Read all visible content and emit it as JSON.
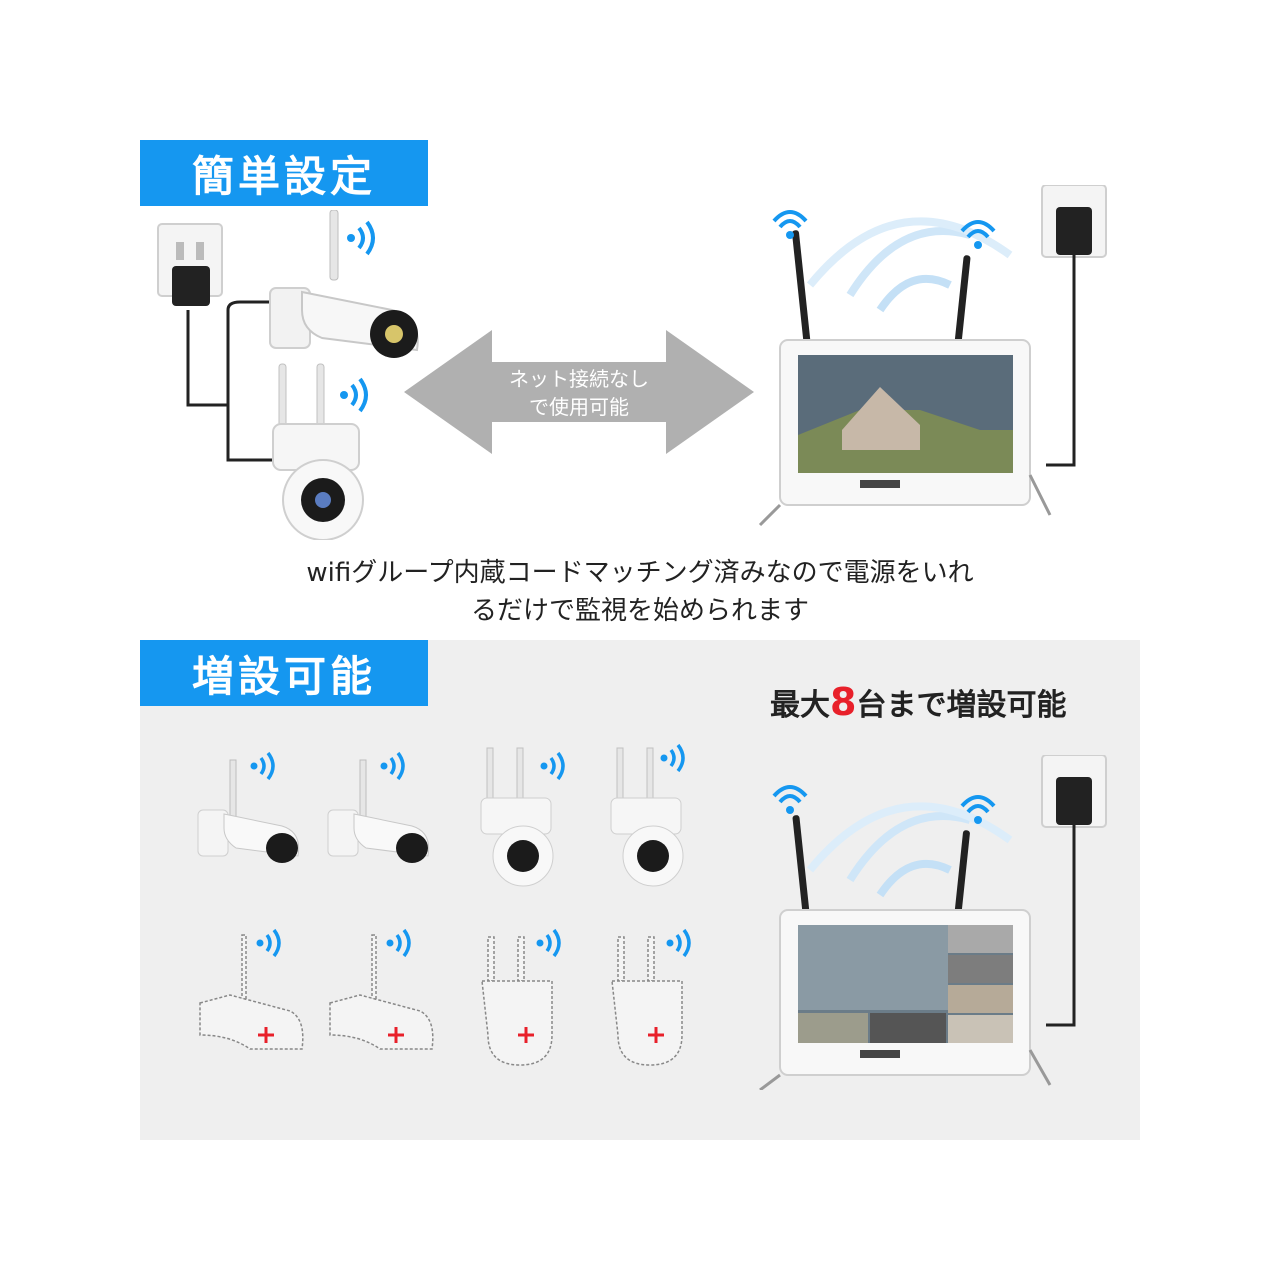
{
  "section1": {
    "badge": "簡単設定",
    "arrow_line1": "ネット接続なし",
    "arrow_line2": "で使用可能",
    "caption_line1": "wifiグループ内蔵コードマッチング済みなので電源をいれ",
    "caption_line2": "るだけで監視を始められます"
  },
  "section2": {
    "badge": "増設可能",
    "heading_prefix": "最大",
    "heading_number": "8",
    "heading_suffix": "台まで増設可能"
  },
  "colors": {
    "accent": "#1597f0",
    "highlight": "#e8202a",
    "panel": "#efefef"
  }
}
